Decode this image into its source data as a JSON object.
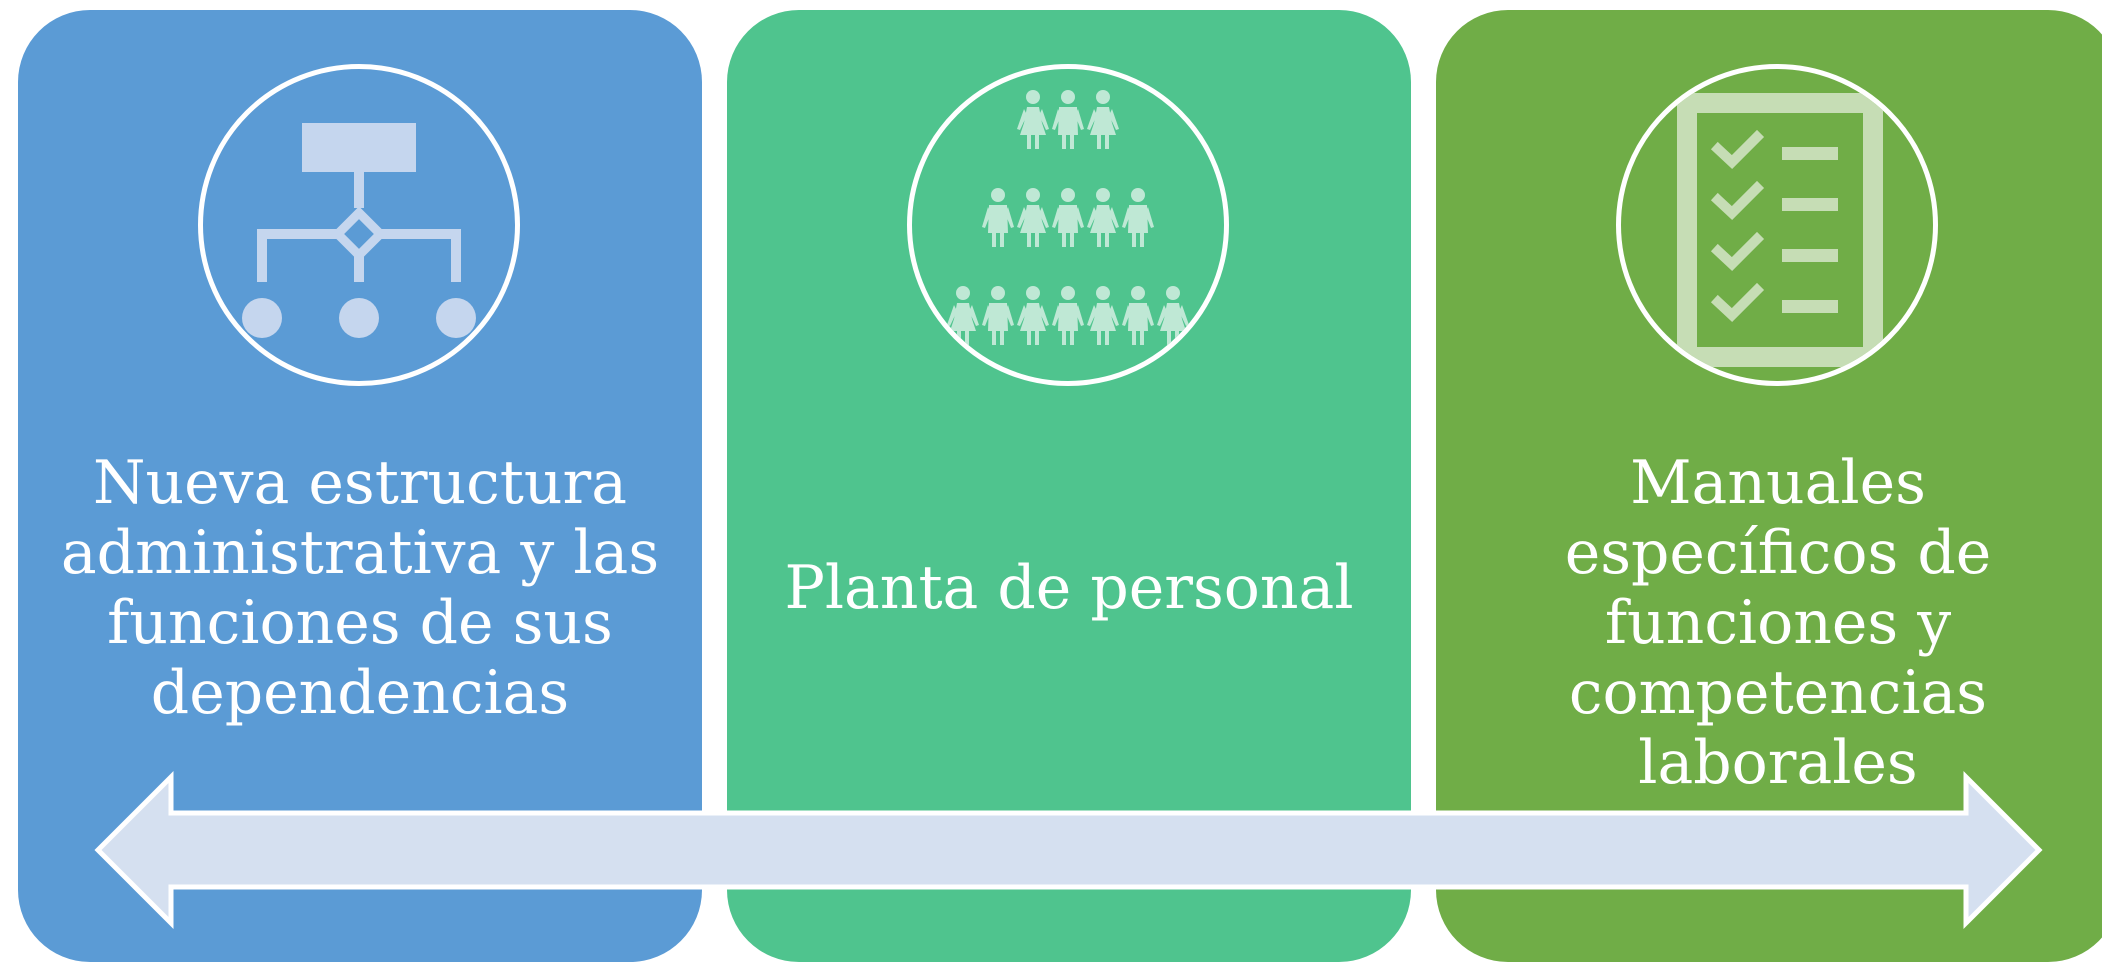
{
  "panels": [
    {
      "label": "Nueva estructura administrativa y las funciones de sus dependencias",
      "color": "#5B9BD5",
      "icon": "org-chart-icon"
    },
    {
      "label": "Planta de personal",
      "color": "#4FC48E",
      "icon": "people-pyramid-icon"
    },
    {
      "label": "Manuales específicos de funciones y competencias laborales",
      "color": "#70AD47",
      "icon": "checklist-icon"
    }
  ],
  "arrow": {
    "icon": "double-headed-arrow",
    "color": "#D5E0F0"
  }
}
